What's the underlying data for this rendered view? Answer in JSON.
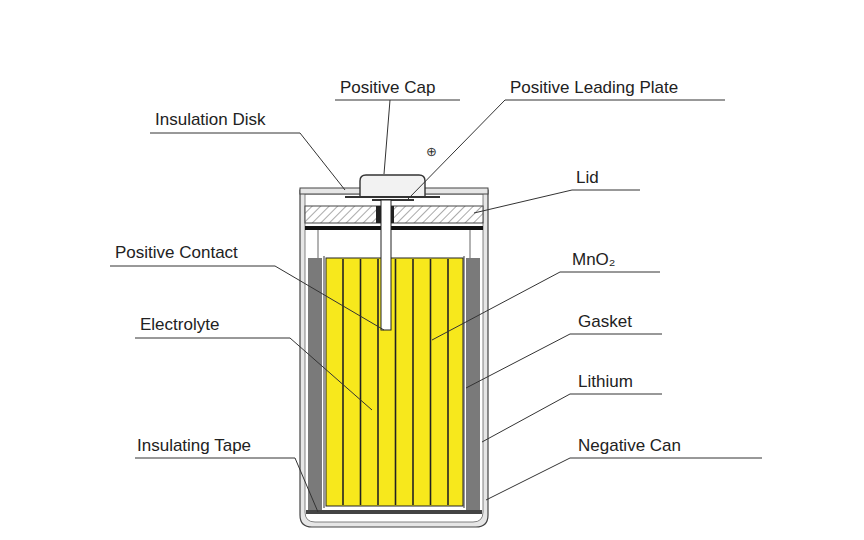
{
  "diagram": {
    "labels": [
      "Positive Cap",
      "Positive Leading Plate",
      "Insulation Disk",
      "⊕",
      "Lid",
      "Positive Contact",
      "MnO₂",
      "Electrolyte",
      "Gasket",
      "Lithium",
      "Insulating Tape",
      "Negative Can"
    ]
  }
}
